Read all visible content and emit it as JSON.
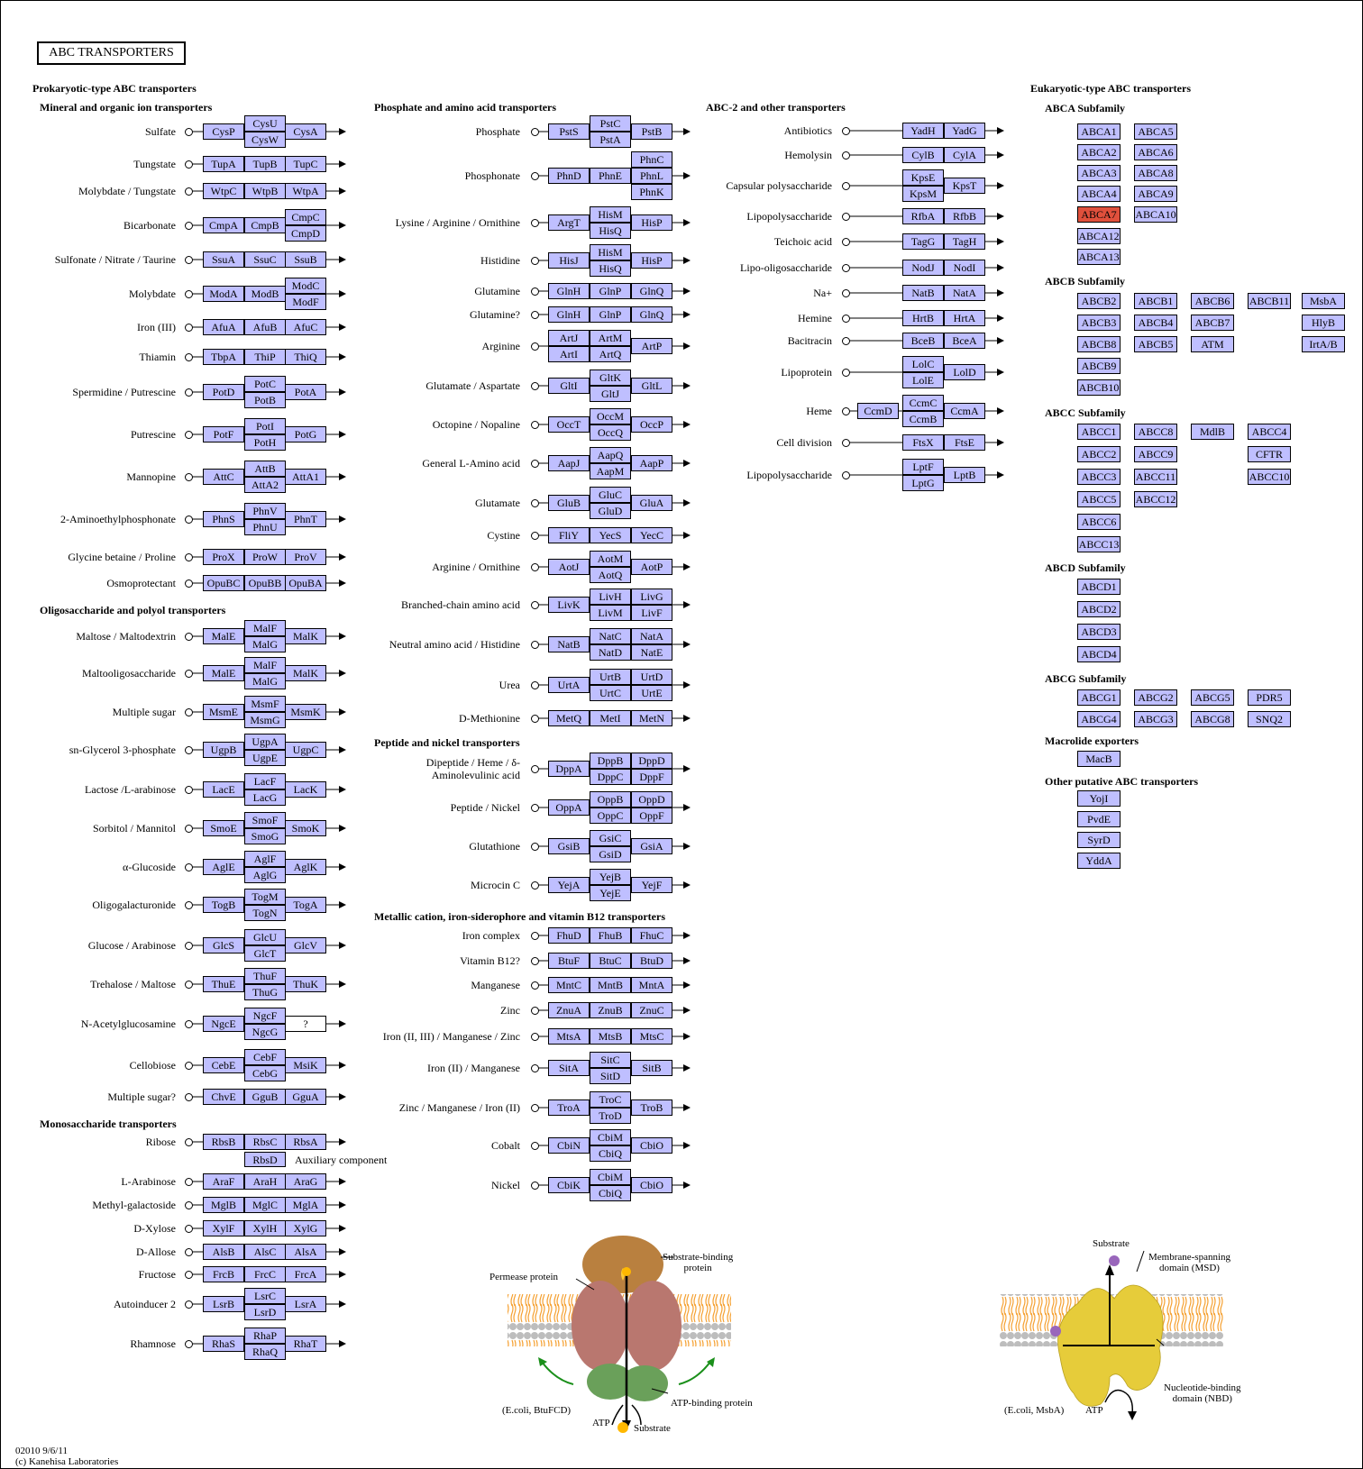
{
  "title": "ABC TRANSPORTERS",
  "headers": {
    "prokaryotic": "Prokaryotic-type ABC transporters",
    "mineral": "Mineral and organic ion transporters",
    "oligo": "Oligosaccharide and polyol transporters",
    "mono": "Monosaccharide transporters",
    "phosamino": "Phosphate and amino acid transporters",
    "peptide": "Peptide and nickel transporters",
    "metallic": "Metallic cation, iron-siderophore and vitamin B12 transporters",
    "abc2": "ABC-2 and other transporters",
    "eukaryotic": "Eukaryotic-type ABC transporters",
    "abca": "ABCA Subfamily",
    "abcb": "ABCB Subfamily",
    "abcc": "ABCC Subfamily",
    "abcd": "ABCD Subfamily",
    "abcg": "ABCG Subfamily",
    "macrolide": "Macrolide exporters",
    "other": "Other putative ABC transporters"
  },
  "aux_label": "Auxiliary component",
  "col1": [
    {
      "substrate": "Sulfate",
      "genes": [
        [
          "CysP"
        ],
        [
          "CysU",
          "CysW"
        ],
        [
          "CysA"
        ]
      ]
    },
    {
      "substrate": "Tungstate",
      "genes": [
        [
          "TupA"
        ],
        [
          "TupB"
        ],
        [
          "TupC"
        ]
      ]
    },
    {
      "substrate": "Molybdate / Tungstate",
      "genes": [
        [
          "WtpC"
        ],
        [
          "WtpB"
        ],
        [
          "WtpA"
        ]
      ]
    },
    {
      "substrate": "Bicarbonate",
      "genes": [
        [
          "CmpA"
        ],
        [
          "CmpB"
        ],
        [
          "CmpC",
          "CmpD"
        ]
      ]
    },
    {
      "substrate": "Sulfonate / Nitrate / Taurine",
      "genes": [
        [
          "SsuA"
        ],
        [
          "SsuC"
        ],
        [
          "SsuB"
        ]
      ]
    },
    {
      "substrate": "Molybdate",
      "genes": [
        [
          "ModA"
        ],
        [
          "ModB"
        ],
        [
          "ModC",
          "ModF"
        ]
      ]
    },
    {
      "substrate": "Iron (III)",
      "genes": [
        [
          "AfuA"
        ],
        [
          "AfuB"
        ],
        [
          "AfuC"
        ]
      ]
    },
    {
      "substrate": "Thiamin",
      "genes": [
        [
          "TbpA"
        ],
        [
          "ThiP"
        ],
        [
          "ThiQ"
        ]
      ]
    },
    {
      "substrate": "Spermidine / Putrescine",
      "genes": [
        [
          "PotD"
        ],
        [
          "PotC",
          "PotB"
        ],
        [
          "PotA"
        ]
      ]
    },
    {
      "substrate": "Putrescine",
      "genes": [
        [
          "PotF"
        ],
        [
          "PotI",
          "PotH"
        ],
        [
          "PotG"
        ]
      ]
    },
    {
      "substrate": "Mannopine",
      "genes": [
        [
          "AttC"
        ],
        [
          "AttB",
          "AttA2"
        ],
        [
          "AttA1"
        ]
      ]
    },
    {
      "substrate": "2-Aminoethylphosphonate",
      "genes": [
        [
          "PhnS"
        ],
        [
          "PhnV",
          "PhnU"
        ],
        [
          "PhnT"
        ]
      ]
    },
    {
      "substrate": "Glycine betaine / Proline",
      "genes": [
        [
          "ProX"
        ],
        [
          "ProW"
        ],
        [
          "ProV"
        ]
      ]
    },
    {
      "substrate": "Osmoprotectant",
      "genes": [
        [
          "OpuBC"
        ],
        [
          "OpuBB"
        ],
        [
          "OpuBA"
        ]
      ]
    },
    {
      "substrate": "Maltose / Maltodextrin",
      "genes": [
        [
          "MalE"
        ],
        [
          "MalF",
          "MalG"
        ],
        [
          "MalK"
        ]
      ]
    },
    {
      "substrate": "Maltooligosaccharide",
      "genes": [
        [
          "MalE"
        ],
        [
          "MalF",
          "MalG"
        ],
        [
          "MalK"
        ]
      ]
    },
    {
      "substrate": "Multiple sugar",
      "genes": [
        [
          "MsmE"
        ],
        [
          "MsmF",
          "MsmG"
        ],
        [
          "MsmK"
        ]
      ]
    },
    {
      "substrate": "sn-Glycerol 3-phosphate",
      "genes": [
        [
          "UgpB"
        ],
        [
          "UgpA",
          "UgpE"
        ],
        [
          "UgpC"
        ]
      ]
    },
    {
      "substrate": "Lactose /L-arabinose",
      "genes": [
        [
          "LacE"
        ],
        [
          "LacF",
          "LacG"
        ],
        [
          "LacK"
        ]
      ]
    },
    {
      "substrate": "Sorbitol / Mannitol",
      "genes": [
        [
          "SmoE"
        ],
        [
          "SmoF",
          "SmoG"
        ],
        [
          "SmoK"
        ]
      ]
    },
    {
      "substrate": "α-Glucoside",
      "genes": [
        [
          "AglE"
        ],
        [
          "AglF",
          "AglG"
        ],
        [
          "AglK"
        ]
      ]
    },
    {
      "substrate": "Oligogalacturonide",
      "genes": [
        [
          "TogB"
        ],
        [
          "TogM",
          "TogN"
        ],
        [
          "TogA"
        ]
      ]
    },
    {
      "substrate": "Glucose / Arabinose",
      "genes": [
        [
          "GlcS"
        ],
        [
          "GlcU",
          "GlcT"
        ],
        [
          "GlcV"
        ]
      ]
    },
    {
      "substrate": "Trehalose / Maltose",
      "genes": [
        [
          "ThuE"
        ],
        [
          "ThuF",
          "ThuG"
        ],
        [
          "ThuK"
        ]
      ]
    },
    {
      "substrate": "N-Acetylglucosamine",
      "genes": [
        [
          "NgcE"
        ],
        [
          "NgcF",
          "NgcG"
        ],
        [
          "?"
        ]
      ]
    },
    {
      "substrate": "Cellobiose",
      "genes": [
        [
          "CebE"
        ],
        [
          "CebF",
          "CebG"
        ],
        [
          "MsiK"
        ]
      ]
    },
    {
      "substrate": "Multiple sugar?",
      "genes": [
        [
          "ChvE"
        ],
        [
          "GguB"
        ],
        [
          "GguA"
        ]
      ]
    },
    {
      "substrate": "Ribose",
      "genes": [
        [
          "RbsB"
        ],
        [
          "RbsC"
        ],
        [
          "RbsA"
        ]
      ]
    },
    {
      "substrate": "L-Arabinose",
      "genes": [
        [
          "AraF"
        ],
        [
          "AraH"
        ],
        [
          "AraG"
        ]
      ]
    },
    {
      "substrate": "Methyl-galactoside",
      "genes": [
        [
          "MglB"
        ],
        [
          "MglC"
        ],
        [
          "MglA"
        ]
      ]
    },
    {
      "substrate": "D-Xylose",
      "genes": [
        [
          "XylF"
        ],
        [
          "XylH"
        ],
        [
          "XylG"
        ]
      ]
    },
    {
      "substrate": "D-Allose",
      "genes": [
        [
          "AlsB"
        ],
        [
          "AlsC"
        ],
        [
          "AlsA"
        ]
      ]
    },
    {
      "substrate": "Fructose",
      "genes": [
        [
          "FrcB"
        ],
        [
          "FrcC"
        ],
        [
          "FrcA"
        ]
      ]
    },
    {
      "substrate": "Autoinducer 2",
      "genes": [
        [
          "LsrB"
        ],
        [
          "LsrC",
          "LsrD"
        ],
        [
          "LsrA"
        ]
      ]
    },
    {
      "substrate": "Rhamnose",
      "genes": [
        [
          "RhaS"
        ],
        [
          "RhaP",
          "RhaQ"
        ],
        [
          "RhaT"
        ]
      ]
    }
  ],
  "rbsd": "RbsD",
  "col2": [
    {
      "substrate": "Phosphate",
      "genes": [
        [
          "PstS"
        ],
        [
          "PstC",
          "PstA"
        ],
        [
          "PstB"
        ]
      ]
    },
    {
      "substrate": "Phosphonate",
      "genes": [
        [
          "PhnD"
        ],
        [
          "PhnE"
        ],
        [
          "PhnC",
          "PhnL",
          "PhnK"
        ]
      ]
    },
    {
      "substrate": "Lysine / Arginine / Ornithine",
      "genes": [
        [
          "ArgT"
        ],
        [
          "HisM",
          "HisQ"
        ],
        [
          "HisP"
        ]
      ]
    },
    {
      "substrate": "Histidine",
      "genes": [
        [
          "HisJ"
        ],
        [
          "HisM",
          "HisQ"
        ],
        [
          "HisP"
        ]
      ]
    },
    {
      "substrate": "Glutamine",
      "genes": [
        [
          "GlnH"
        ],
        [
          "GlnP"
        ],
        [
          "GlnQ"
        ]
      ]
    },
    {
      "substrate": "Glutamine?",
      "genes": [
        [
          "GlnH"
        ],
        [
          "GlnP"
        ],
        [
          "GlnQ"
        ]
      ]
    },
    {
      "substrate": "Arginine",
      "genes": [
        [
          "ArtJ",
          "ArtI"
        ],
        [
          "ArtM",
          "ArtQ"
        ],
        [
          "ArtP"
        ]
      ]
    },
    {
      "substrate": "Glutamate / Aspartate",
      "genes": [
        [
          "GltI"
        ],
        [
          "GltK",
          "GltJ"
        ],
        [
          "GltL"
        ]
      ]
    },
    {
      "substrate": "Octopine / Nopaline",
      "genes": [
        [
          "OccT"
        ],
        [
          "OccM",
          "OccQ"
        ],
        [
          "OccP"
        ]
      ]
    },
    {
      "substrate": "General L-Amino acid",
      "genes": [
        [
          "AapJ"
        ],
        [
          "AapQ",
          "AapM"
        ],
        [
          "AapP"
        ]
      ]
    },
    {
      "substrate": "Glutamate",
      "genes": [
        [
          "GluB"
        ],
        [
          "GluC",
          "GluD"
        ],
        [
          "GluA"
        ]
      ]
    },
    {
      "substrate": "Cystine",
      "genes": [
        [
          "FliY"
        ],
        [
          "YecS"
        ],
        [
          "YecC"
        ]
      ]
    },
    {
      "substrate": "Arginine / Ornithine",
      "genes": [
        [
          "AotJ"
        ],
        [
          "AotM",
          "AotQ"
        ],
        [
          "AotP"
        ]
      ]
    },
    {
      "substrate": "Branched-chain amino acid",
      "genes": [
        [
          "LivK"
        ],
        [
          "LivH",
          "LivM"
        ],
        [
          "LivG",
          "LivF"
        ]
      ]
    },
    {
      "substrate": "Neutral amino acid / Histidine",
      "genes": [
        [
          "NatB"
        ],
        [
          "NatC",
          "NatD"
        ],
        [
          "NatA",
          "NatE"
        ]
      ]
    },
    {
      "substrate": "Urea",
      "genes": [
        [
          "UrtA"
        ],
        [
          "UrtB",
          "UrtC"
        ],
        [
          "UrtD",
          "UrtE"
        ]
      ]
    },
    {
      "substrate": "D-Methionine",
      "genes": [
        [
          "MetQ"
        ],
        [
          "MetI"
        ],
        [
          "MetN"
        ]
      ]
    },
    {
      "substrate": "Dipeptide / Heme / δ-Aminolevulinic acid",
      "genes": [
        [
          "DppA"
        ],
        [
          "DppB",
          "DppC"
        ],
        [
          "DppD",
          "DppF"
        ]
      ]
    },
    {
      "substrate": "Peptide / Nickel",
      "genes": [
        [
          "OppA"
        ],
        [
          "OppB",
          "OppC"
        ],
        [
          "OppD",
          "OppF"
        ]
      ]
    },
    {
      "substrate": "Glutathione",
      "genes": [
        [
          "GsiB"
        ],
        [
          "GsiC",
          "GsiD"
        ],
        [
          "GsiA"
        ]
      ]
    },
    {
      "substrate": "Microcin C",
      "genes": [
        [
          "YejA"
        ],
        [
          "YejB",
          "YejE"
        ],
        [
          "YejF"
        ]
      ]
    },
    {
      "substrate": "Iron complex",
      "genes": [
        [
          "FhuD"
        ],
        [
          "FhuB"
        ],
        [
          "FhuC"
        ]
      ]
    },
    {
      "substrate": "Vitamin B12?",
      "genes": [
        [
          "BtuF"
        ],
        [
          "BtuC"
        ],
        [
          "BtuD"
        ]
      ]
    },
    {
      "substrate": "Manganese",
      "genes": [
        [
          "MntC"
        ],
        [
          "MntB"
        ],
        [
          "MntA"
        ]
      ]
    },
    {
      "substrate": "Zinc",
      "genes": [
        [
          "ZnuA"
        ],
        [
          "ZnuB"
        ],
        [
          "ZnuC"
        ]
      ]
    },
    {
      "substrate": "Iron (II, III) / Manganese / Zinc",
      "genes": [
        [
          "MtsA"
        ],
        [
          "MtsB"
        ],
        [
          "MtsC"
        ]
      ]
    },
    {
      "substrate": "Iron (II) / Manganese",
      "genes": [
        [
          "SitA"
        ],
        [
          "SitC",
          "SitD"
        ],
        [
          "SitB"
        ]
      ]
    },
    {
      "substrate": "Zinc / Manganese / Iron (II)",
      "genes": [
        [
          "TroA"
        ],
        [
          "TroC",
          "TroD"
        ],
        [
          "TroB"
        ]
      ]
    },
    {
      "substrate": "Cobalt",
      "genes": [
        [
          "CbiN"
        ],
        [
          "CbiM",
          "CbiQ"
        ],
        [
          "CbiO"
        ]
      ]
    },
    {
      "substrate": "Nickel",
      "genes": [
        [
          "CbiK"
        ],
        [
          "CbiM",
          "CbiQ"
        ],
        [
          "CbiO"
        ]
      ]
    }
  ],
  "col3": [
    {
      "substrate": "Antibiotics",
      "genes": [
        [
          "YadH"
        ],
        [
          "YadG"
        ]
      ]
    },
    {
      "substrate": "Hemolysin",
      "genes": [
        [
          "CylB"
        ],
        [
          "CylA"
        ]
      ]
    },
    {
      "substrate": "Capsular polysaccharide",
      "genes": [
        [
          "KpsE",
          "KpsM"
        ],
        [
          "KpsT"
        ]
      ]
    },
    {
      "substrate": "Lipopolysaccharide",
      "genes": [
        [
          "RfbA"
        ],
        [
          "RfbB"
        ]
      ]
    },
    {
      "substrate": "Teichoic acid",
      "genes": [
        [
          "TagG"
        ],
        [
          "TagH"
        ]
      ]
    },
    {
      "substrate": "Lipo-oligosaccharide",
      "genes": [
        [
          "NodJ"
        ],
        [
          "NodI"
        ]
      ]
    },
    {
      "substrate": "Na+",
      "genes": [
        [
          "NatB"
        ],
        [
          "NatA"
        ]
      ]
    },
    {
      "substrate": "Hemine",
      "genes": [
        [
          "HrtB"
        ],
        [
          "HrtA"
        ]
      ]
    },
    {
      "substrate": "Bacitracin",
      "genes": [
        [
          "BceB"
        ],
        [
          "BceA"
        ]
      ]
    },
    {
      "substrate": "Lipoprotein",
      "genes": [
        [
          "LolC",
          "LolE"
        ],
        [
          "LolD"
        ]
      ]
    },
    {
      "substrate": "Heme",
      "extra": "CcmD",
      "genes": [
        [
          "CcmC",
          "CcmB"
        ],
        [
          "CcmA"
        ]
      ]
    },
    {
      "substrate": "Cell division",
      "genes": [
        [
          "FtsX"
        ],
        [
          "FtsE"
        ]
      ]
    },
    {
      "substrate": "Lipopolysaccharide",
      "genes": [
        [
          "LptF",
          "LptG"
        ],
        [
          "LptB"
        ]
      ]
    }
  ],
  "euk": {
    "abca": [
      [
        "ABCA1",
        "ABCA5"
      ],
      [
        "ABCA2",
        "ABCA6"
      ],
      [
        "ABCA3",
        "ABCA8"
      ],
      [
        "ABCA4",
        "ABCA9"
      ],
      [
        "ABCA7",
        "ABCA10"
      ],
      [
        "ABCA12"
      ],
      [
        "ABCA13"
      ]
    ],
    "abcb": [
      [
        "ABCB2",
        "ABCB1",
        "ABCB6",
        "ABCB11",
        "MsbA"
      ],
      [
        "ABCB3",
        "ABCB4",
        "ABCB7",
        "",
        "HlyB"
      ],
      [
        "ABCB8",
        "ABCB5",
        "ATM",
        "",
        "IrtA/B"
      ],
      [
        "ABCB9"
      ],
      [
        "ABCB10"
      ]
    ],
    "abcc": [
      [
        "ABCC1",
        "ABCC8",
        "MdlB",
        "ABCC4"
      ],
      [
        "ABCC2",
        "ABCC9",
        "",
        "CFTR"
      ],
      [
        "ABCC3",
        "ABCC11",
        "",
        "ABCC10"
      ],
      [
        "ABCC5",
        "ABCC12"
      ],
      [
        "ABCC6"
      ],
      [
        "ABCC13"
      ]
    ],
    "abcd": [
      [
        "ABCD1"
      ],
      [
        "ABCD2"
      ],
      [
        "ABCD3"
      ],
      [
        "ABCD4"
      ]
    ],
    "abcg": [
      [
        "ABCG1",
        "ABCG2",
        "ABCG5",
        "PDR5"
      ],
      [
        "ABCG4",
        "ABCG3",
        "ABCG8",
        "SNQ2"
      ]
    ],
    "macrolide": [
      [
        "MacB"
      ]
    ],
    "other": [
      [
        "YojI"
      ],
      [
        "PvdE"
      ],
      [
        "SyrD"
      ],
      [
        "YddA"
      ]
    ],
    "highlight": "ABCA7",
    "highlight_color": "#e0503c"
  },
  "colors": {
    "gene_fill": "#bfbfff",
    "highlight": "#e0503c"
  },
  "illus1": {
    "sbp": "Substrate-binding\nprotein",
    "permease": "Permease protein",
    "abp": "ATP-binding protein",
    "caption": "(E.coli, BtuFCD)",
    "atp": "ATP",
    "substrate": "Substrate"
  },
  "illus2": {
    "substrate": "Substrate",
    "msd": "Membrane-spanning\ndomain (MSD)",
    "nbd": "Nucleotide-binding\ndomain (NBD)",
    "caption": "(E.coli, MsbA)",
    "atp": "ATP"
  },
  "footer": {
    "version": "02010 9/6/11",
    "copyright": "(c) Kanehisa Laboratories"
  }
}
